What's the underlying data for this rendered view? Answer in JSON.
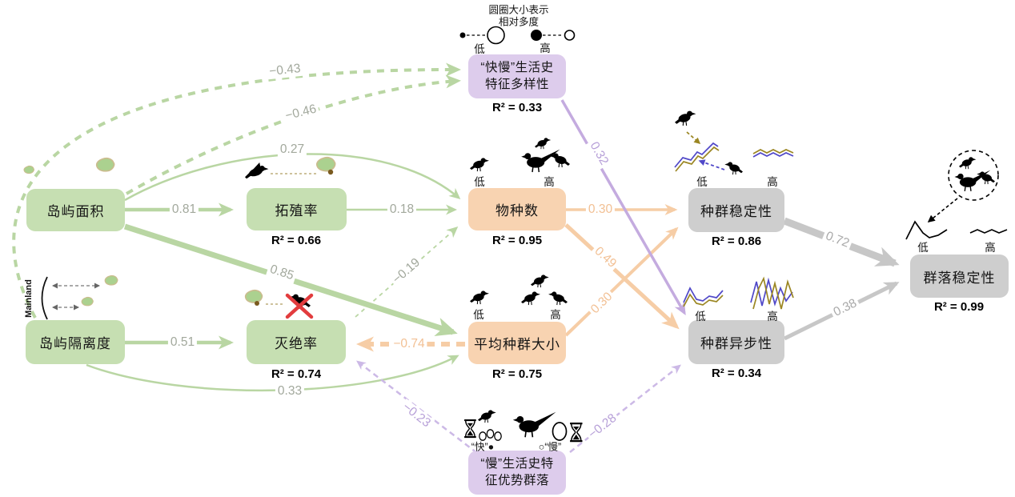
{
  "legend": {
    "title_line1": "圆圈大小表示",
    "title_line2": "相对多度",
    "low": "低",
    "high": "高"
  },
  "mainland_label": "Mainland",
  "nodes": {
    "island_area": {
      "label": "岛屿面积"
    },
    "island_isolation": {
      "label": "岛屿隔离度"
    },
    "colonization": {
      "label": "拓殖率",
      "r2": "R² = 0.66"
    },
    "extinction": {
      "label": "灭绝率",
      "r2": "R² = 0.74"
    },
    "species_richness": {
      "label": "物种数",
      "r2": "R² = 0.95",
      "low": "低",
      "high": "高"
    },
    "mean_pop_size": {
      "label": "平均种群大小",
      "r2": "R² = 0.75",
      "low": "低",
      "high": "高"
    },
    "fast_slow_diversity": {
      "line1": "“快慢”生活史",
      "line2": "特征多样性",
      "r2": "R² = 0.33"
    },
    "slow_dominated": {
      "line1": "“慢”生活史特",
      "line2": "征优势群落",
      "fast_tag": "“快”●",
      "slow_tag": "○“慢”"
    },
    "pop_stability": {
      "label": "种群稳定性",
      "r2": "R² = 0.86",
      "low": "低",
      "high": "高"
    },
    "pop_asynchrony": {
      "label": "种群异步性",
      "r2": "R² = 0.34",
      "low": "低",
      "high": "高"
    },
    "comm_stability": {
      "label": "群落稳定性",
      "r2": "R² = 0.99",
      "low": "低",
      "high": "高"
    }
  },
  "paths": {
    "area_colonization": "0.81",
    "area_species": "0.27",
    "area_popsize": "0.85",
    "area_fastslow": "−0.46",
    "isolation_fastslow": "−0.43",
    "isolation_extinction": "0.51",
    "isolation_popsize": "0.33",
    "colonization_species": "0.18",
    "extinction_species": "−0.19",
    "popsize_extinction": "−0.74",
    "species_popstab": "0.30",
    "species_popasync": "0.49",
    "popsize_popstab": "0.30",
    "fastslow_popasync": "0.32",
    "slow_extinction": "−0.23",
    "slow_popasync": "−0.28",
    "popstab_comm": "0.72",
    "popasync_comm": "0.38"
  },
  "colors": {
    "green_path": "#b9d6a3",
    "orange_path": "#f6cda6",
    "purple_path": "#c4abdf",
    "gray_path": "#c7c7c7",
    "blue_line": "#5048c8",
    "olive_line": "#9b8622",
    "red_x": "#e23c3e"
  }
}
